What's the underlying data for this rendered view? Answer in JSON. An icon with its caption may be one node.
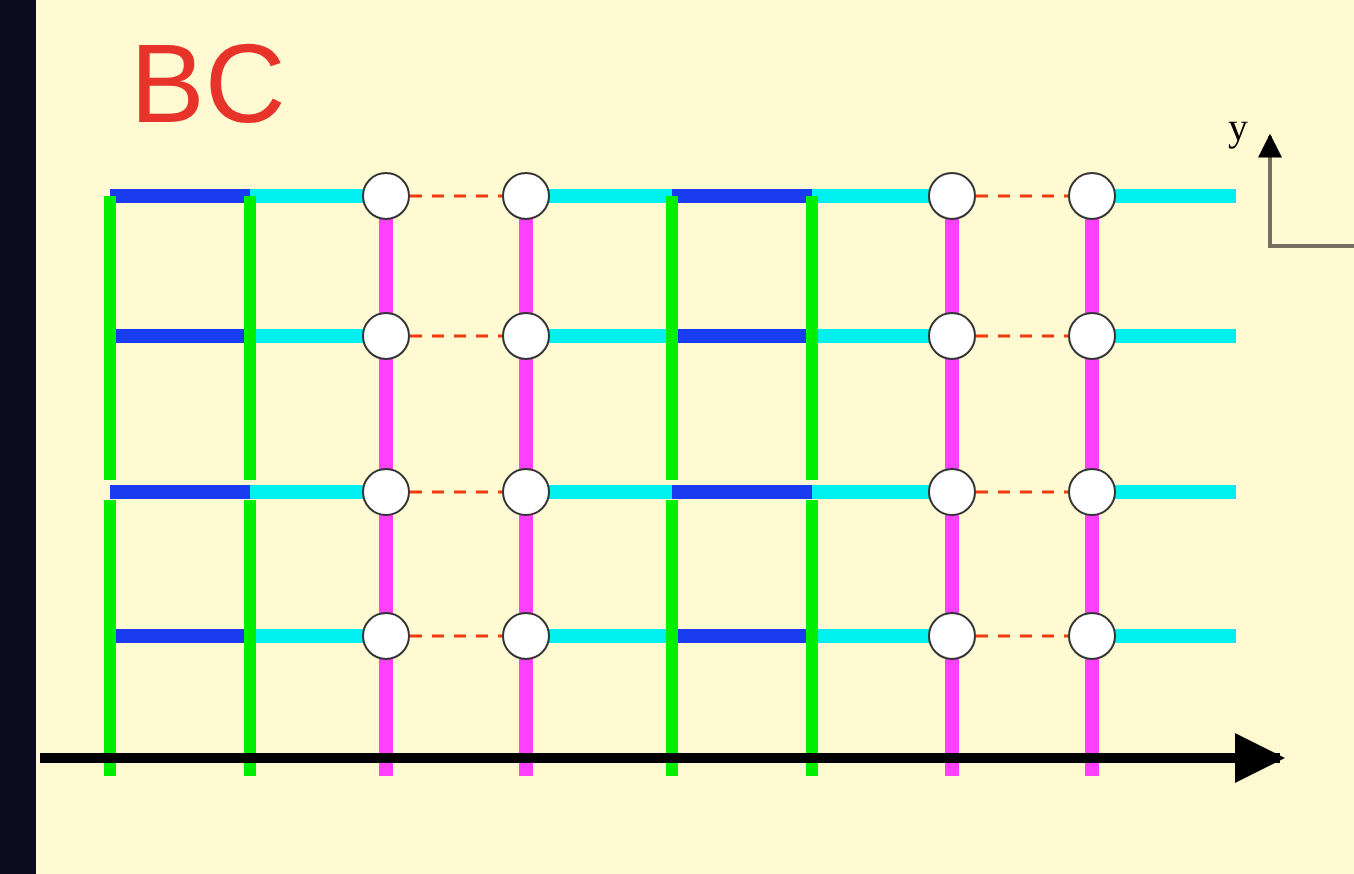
{
  "diagram": {
    "title": "BC",
    "nodes": [
      {
        "text": [],
        "shape": "circle"
      },
      {
        "text": [],
        "shape": "circle"
      },
      {
        "text": [],
        "shape": "circle"
      },
      {
        "text": [],
        "shape": "circle"
      },
      {
        "text": [],
        "shape": "circle"
      },
      {
        "text": [],
        "shape": "circle"
      },
      {
        "text": [],
        "shape": "circle"
      },
      {
        "text": [],
        "shape": "circle"
      },
      {
        "text": [],
        "shape": "circle"
      },
      {
        "text": [],
        "shape": "circle"
      },
      {
        "text": [],
        "shape": "circle"
      },
      {
        "text": [],
        "shape": "circle"
      },
      {
        "text": [],
        "shape": "circle"
      },
      {
        "text": [],
        "shape": "circle"
      },
      {
        "text": [],
        "shape": "circle"
      },
      {
        "text": [],
        "shape": "circle"
      }
    ],
    "edges": [
      {
        "from": 0,
        "to": 1,
        "arrow": "none",
        "style": "dashed"
      },
      {
        "from": 2,
        "to": 3,
        "arrow": "none",
        "style": "dashed"
      },
      {
        "from": 4,
        "to": 5,
        "arrow": "none",
        "style": "dashed"
      },
      {
        "from": 6,
        "to": 7,
        "arrow": "none",
        "style": "dashed"
      },
      {
        "from": 8,
        "to": 9,
        "arrow": "none",
        "style": "dashed"
      },
      {
        "from": 10,
        "to": 11,
        "arrow": "none",
        "style": "dashed"
      },
      {
        "from": 12,
        "to": 13,
        "arrow": "none",
        "style": "dashed"
      },
      {
        "from": 14,
        "to": 15,
        "arrow": "none",
        "style": "dashed"
      }
    ],
    "labels": [
      "y"
    ]
  }
}
